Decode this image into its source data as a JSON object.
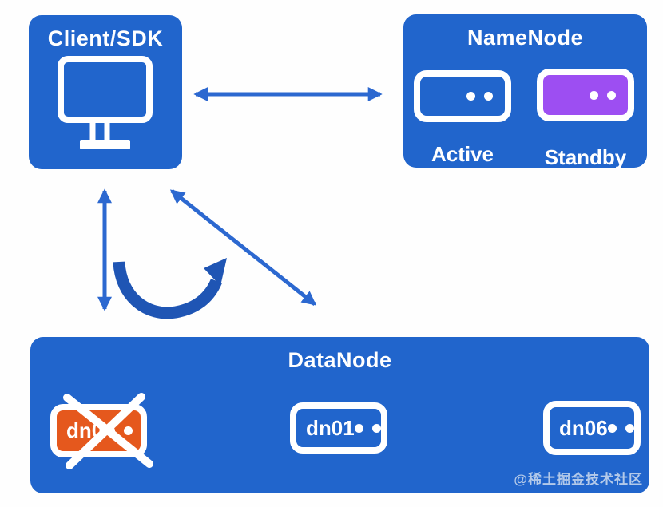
{
  "diagram": {
    "type": "architecture-diagram",
    "description_visible_entities": "Client/SDK connects to NameNode (Active/Standby) and DataNode cluster"
  },
  "colors": {
    "primary_blue": "#2165cc",
    "arrow_blue": "#2c68d0",
    "curved_arrow_blue": "#1f55b4",
    "standby_purple": "#9d4ef2",
    "failed_orange": "#e5581d",
    "icon_white": "#ffffff",
    "background": "#fefefe"
  },
  "client": {
    "title": "Client/SDK"
  },
  "namenode": {
    "title": "NameNode",
    "nodes": [
      {
        "label": "Active",
        "state": "active",
        "color": "#2165cc"
      },
      {
        "label": "Standby",
        "state": "standby",
        "color": "#9d4ef2"
      }
    ]
  },
  "datanode": {
    "title": "DataNode",
    "nodes": [
      {
        "label": "dn0",
        "state": "failed",
        "color": "#e5581d"
      },
      {
        "label": "dn01",
        "state": "normal",
        "color": "#2165cc"
      },
      {
        "label": "dn06",
        "state": "normal",
        "color": "#2165cc"
      }
    ]
  },
  "icons": {
    "monitor": "monitor-icon",
    "server": "server-icon",
    "failed_cross": "x-cross-icon",
    "arrows": [
      "horizontal-double-arrow",
      "vertical-double-arrow",
      "diagonal-double-arrow",
      "curved-arrow"
    ]
  },
  "watermark": "@稀土掘金技术社区"
}
